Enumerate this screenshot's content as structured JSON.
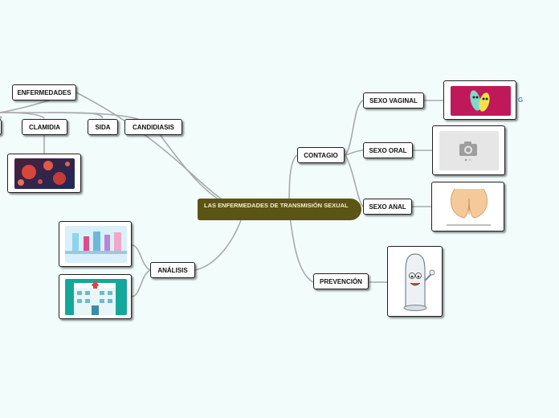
{
  "central": {
    "title": "LAS ENFERMEDADES DE TRANSMISIÓN SEXUAL"
  },
  "nodes": {
    "enfermedades": "ENFERMEDADES",
    "clamidia": "CLAMIDIA",
    "sida": "SIDA",
    "candidiasis": "CANDIDIASIS",
    "contagio": "CONTAGIO",
    "sexo_vaginal": "SEXO VAGINAL",
    "sexo_oral": "SEXO ORAL",
    "sexo_anal": "SEXO ANAL",
    "prevencion": "PREVENCIÓN",
    "analisis": "ANÁLISIS"
  },
  "images": {
    "virus": "virus-illustration",
    "vaginal": "bacteria-cartoon",
    "oral": "camera-placeholder-icon",
    "anal": "buttocks-illustration",
    "condom": "condom-mascot",
    "lab": "laboratory-illustration",
    "hospital": "hospital-illustration"
  },
  "colors": {
    "central_bg": "#5b5414",
    "central_text": "#f3eecc",
    "link": "#a9a9a9",
    "background": "#f2fdfb"
  }
}
